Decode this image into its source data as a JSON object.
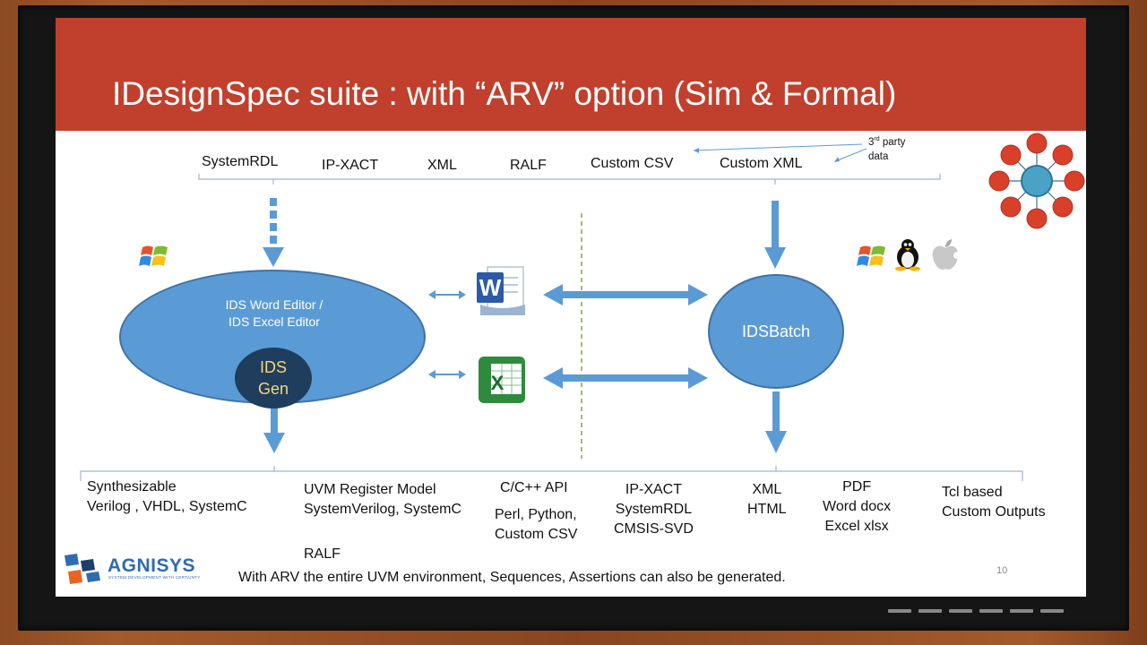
{
  "slide": {
    "title": "IDesignSpec suite : with “ARV” option (Sim & Formal)",
    "page_number": "10",
    "footer": "With ARV the entire UVM environment, Sequences, Assertions can also be generated."
  },
  "inputs": {
    "formats": [
      "SystemRDL",
      "IP-XACT",
      "XML",
      "RALF",
      "Custom CSV",
      "Custom XML"
    ],
    "third_party": {
      "line1_main": "3",
      "line1_sup": "rd",
      "line1_rest": " party",
      "line2": "data"
    }
  },
  "nodes": {
    "editor_line1": "IDS Word Editor /",
    "editor_line2": "IDS Excel Editor",
    "gen_line1": "IDS",
    "gen_line2": "Gen",
    "batch": "IDSBatch"
  },
  "outputs": {
    "o1": [
      "Synthesizable",
      "Verilog , VHDL, SystemC"
    ],
    "o2": [
      "UVM Register Model",
      "SystemVerilog, SystemC"
    ],
    "o2b": "RALF",
    "o3": [
      "C/C++ API"
    ],
    "o3b": [
      "Perl, Python,",
      "Custom CSV"
    ],
    "o4": [
      "IP-XACT",
      "SystemRDL",
      "CMSIS-SVD"
    ],
    "o5": [
      "XML",
      "HTML"
    ],
    "o6": [
      "PDF",
      "Word docx",
      "Excel  xlsx"
    ],
    "o7": [
      "Tcl based",
      "Custom Outputs"
    ]
  },
  "logo": {
    "name": "AGNISYS",
    "tagline": "SYSTEM DEVELOPMENT WITH CERTAINTY"
  },
  "icons": [
    "windows-icon",
    "linux-icon",
    "apple-icon",
    "word-icon",
    "excel-icon",
    "mindmap-icon"
  ],
  "colors": {
    "title_bar": "#c0402d",
    "node_blue": "#5b9bd5",
    "gen_dark": "#1f3d5d",
    "gen_text": "#f4d775",
    "divider_green": "#70ad47"
  }
}
